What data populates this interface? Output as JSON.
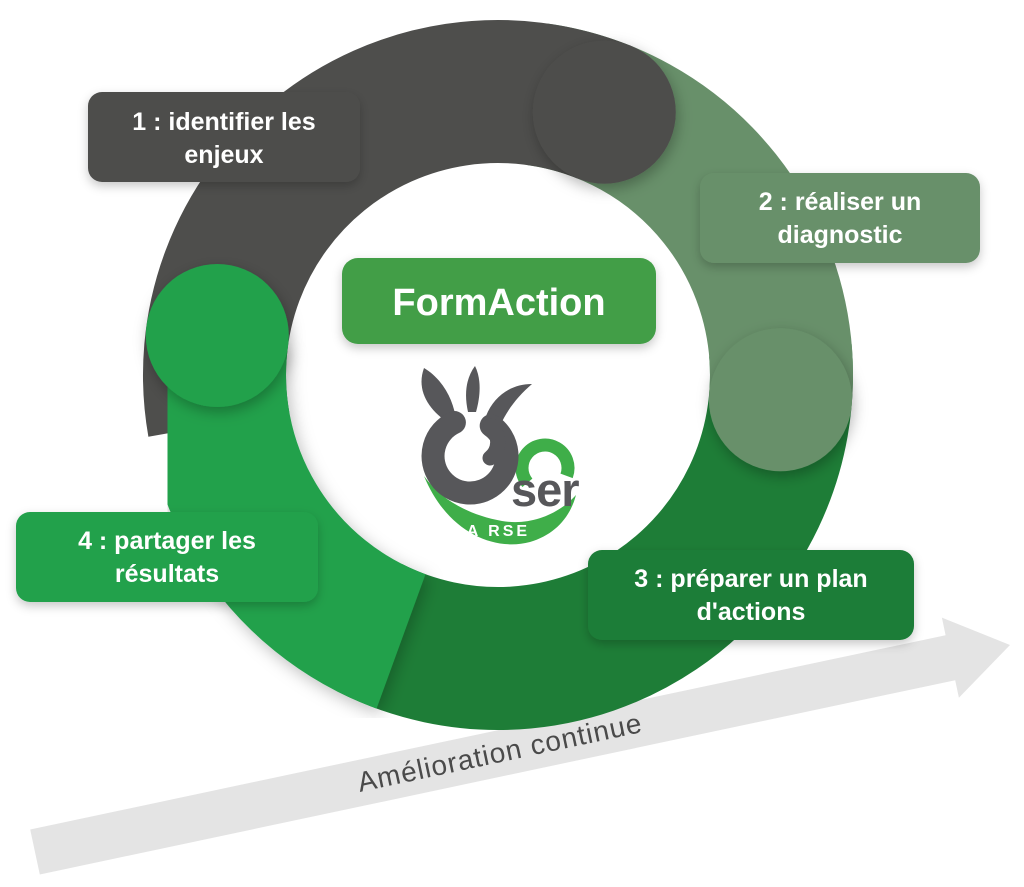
{
  "steps": [
    {
      "line1": "1 : identifier les",
      "line2": "enjeux",
      "color": "#4e4e4c"
    },
    {
      "line1": "2 : réaliser un",
      "line2": "diagnostic",
      "color": "#68906a"
    },
    {
      "line1": "3 : préparer un plan",
      "line2": "d'actions",
      "color": "#1e7d37"
    },
    {
      "line1": "4 : partager les",
      "line2": "résultats",
      "color": "#20a14b"
    }
  ],
  "center": {
    "button_label": "FormAction",
    "button_color": "#429e46"
  },
  "logo": {
    "word": "ser",
    "tagline": "LA RSE",
    "gray": "#57575a",
    "green": "#3fae49"
  },
  "arrow": {
    "label": "Amélioration continue",
    "color": "#e4e4e4",
    "text_color": "#4a4a4a"
  }
}
